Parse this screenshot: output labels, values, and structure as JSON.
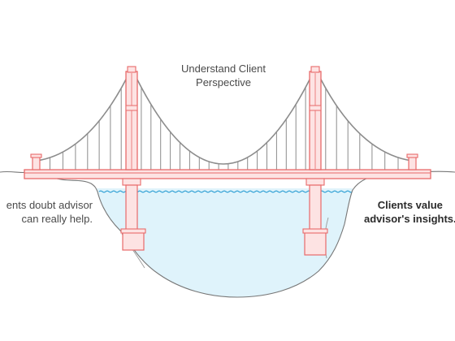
{
  "center_label": {
    "line1": "Understand Client",
    "line2": "Perspective"
  },
  "left_label": {
    "line1": "ents doubt advisor",
    "line2": "can really help."
  },
  "right_label": {
    "line1": "Clients value",
    "line2": "advisor's insights."
  },
  "colors": {
    "structure_fill": "#fde3e3",
    "structure_stroke": "#e86a6a",
    "cable": "#8c8c8c",
    "ground": "#777777",
    "water_fill": "#dff3fb",
    "water_line": "#41a8d8"
  },
  "icons": [
    "suspension-bridge",
    "gap-water"
  ]
}
